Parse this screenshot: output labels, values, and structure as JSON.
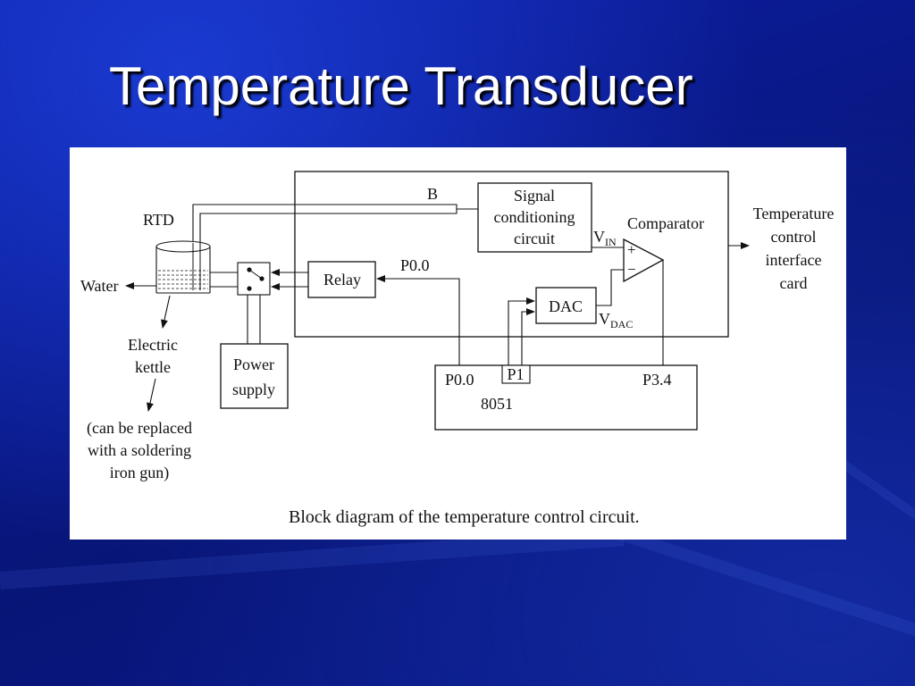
{
  "slide": {
    "title": "Temperature Transducer",
    "background_color": "#0a1a8c",
    "title_color": "#ffffff"
  },
  "diagram": {
    "caption": "Block diagram of the temperature control circuit.",
    "labels": {
      "rtd": "RTD",
      "water": "Water",
      "electric_kettle_line1": "Electric",
      "electric_kettle_line2": "kettle",
      "note_line1": "(can be replaced",
      "note_line2": "with a soldering",
      "note_line3": "iron gun)",
      "power_supply_line1": "Power",
      "power_supply_line2": "supply",
      "relay": "Relay",
      "signal_line1": "Signal",
      "signal_line2": "conditioning",
      "signal_line3": "circuit",
      "b_node": "B",
      "vin_main": "V",
      "vin_sub": "IN",
      "comparator": "Comparator",
      "plus": "+",
      "minus": "−",
      "dac": "DAC",
      "vdac_main": "V",
      "vdac_sub": "DAC",
      "p00_top": "P0.0",
      "p00_bottom": "P0.0",
      "p1": "P1",
      "mcu": "8051",
      "p34": "P3.4",
      "output_line1": "Temperature",
      "output_line2": "control",
      "output_line3": "interface",
      "output_line4": "card"
    }
  }
}
